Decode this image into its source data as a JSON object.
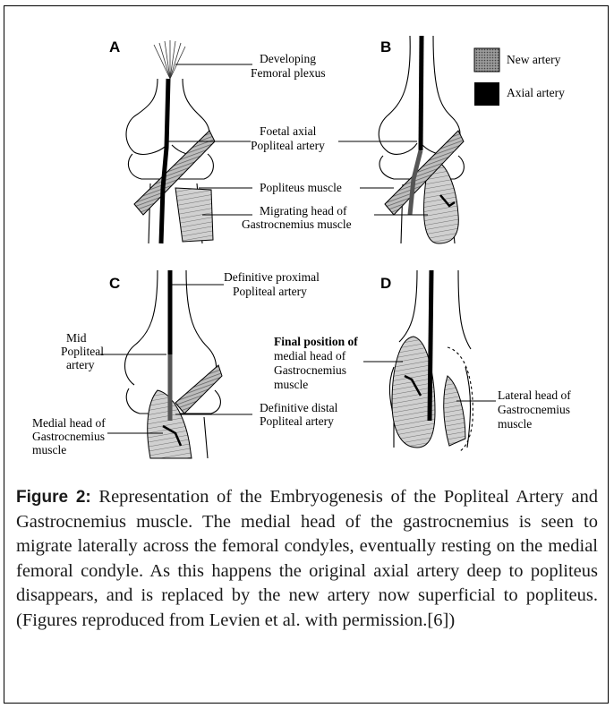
{
  "figure": {
    "panels": [
      "A",
      "B",
      "C",
      "D"
    ],
    "legend": {
      "new_artery": "New artery",
      "axial_artery": "Axial artery",
      "colors": {
        "new_artery": "#8a8a8a",
        "axial_artery": "#000000"
      }
    },
    "labels": {
      "a_plexus_1": "Developing",
      "a_plexus_2": "Femoral plexus",
      "a_foetal_1": "Foetal axial",
      "a_foetal_2": "Popliteal artery",
      "a_popliteus": "Popliteus muscle",
      "a_migrating_1": "Migrating head of",
      "a_migrating_2": "Gastrocnemius muscle",
      "c_def_prox_1": "Definitive proximal",
      "c_def_prox_2": "Popliteal artery",
      "c_mid_1": "Mid",
      "c_mid_2": "Popliteal",
      "c_mid_3": "artery",
      "c_medial_1": "Medial head of",
      "c_medial_2": "Gastrocnemius",
      "c_medial_3": "muscle",
      "c_def_dist_1": "Definitive distal",
      "c_def_dist_2": "Popliteal artery",
      "d_final_1": "Final position of",
      "d_final_2": "medial head of",
      "d_final_3": "Gastrocnemius",
      "d_final_4": "muscle",
      "d_lateral_1": "Lateral head of",
      "d_lateral_2": "Gastrocnemius",
      "d_lateral_3": "muscle"
    }
  },
  "caption": {
    "label": "Figure 2:",
    "text": "Representation of the Embryogenesis of the Popliteal Artery and Gastrocnemius muscle. The medial head of the gastrocnemius is seen to migrate laterally across the femoral condyles, eventually resting on the medial femoral condyle. As this happens the original axial artery deep to popliteus disappears, and is replaced by the new artery now superficial to popliteus. (Figures reproduced from Levien et al. with permission.[6])"
  }
}
